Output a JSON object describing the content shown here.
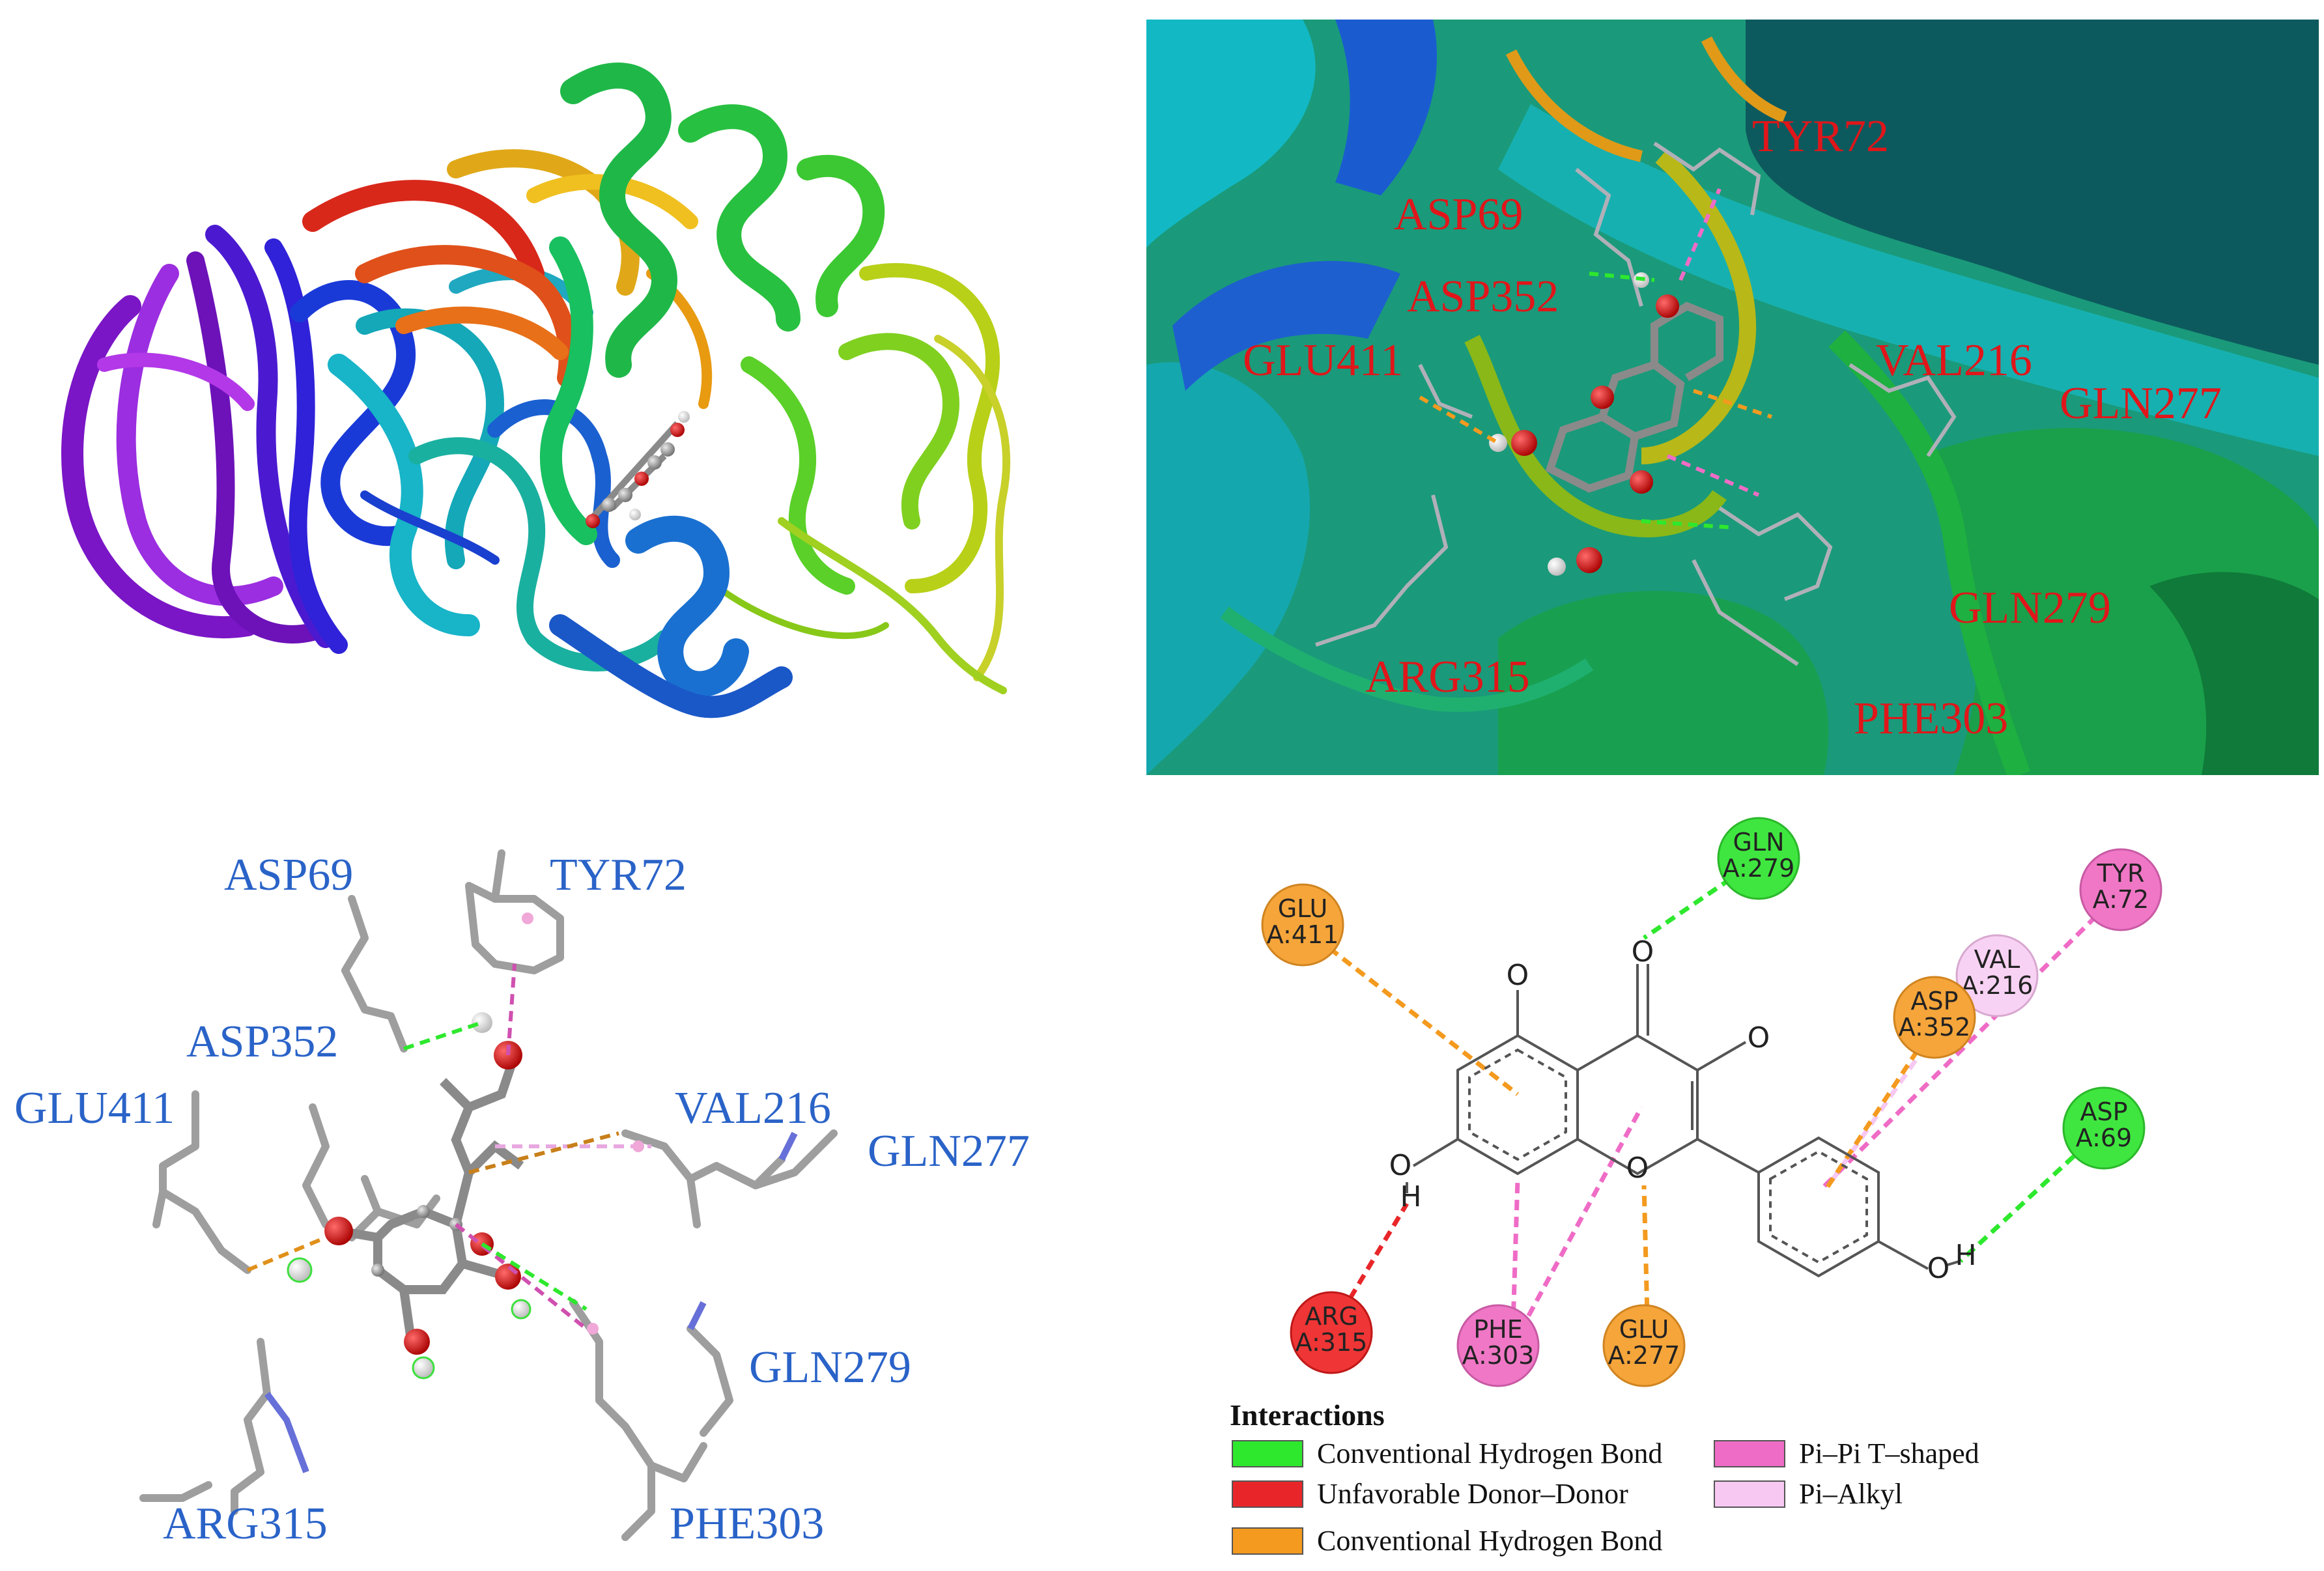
{
  "panel_b": {
    "residue_labels": [
      "TYR72",
      "ASP69",
      "ASP352",
      "GLU411",
      "VAL216",
      "GLN277",
      "GLN279",
      "ARG315",
      "PHE303"
    ],
    "label_color": "#e0161a"
  },
  "panel_c": {
    "residue_labels": [
      "ASP69",
      "TYR72",
      "ASP352",
      "GLU411",
      "VAL216",
      "GLN277",
      "GLN279",
      "ARG315",
      "PHE303"
    ],
    "label_color": "#2a63c8"
  },
  "panel_d": {
    "residues": [
      {
        "name": "GLN",
        "chain": "A:279",
        "type": "hbond"
      },
      {
        "name": "GLU",
        "chain": "A:411",
        "type": "carbon"
      },
      {
        "name": "TYR",
        "chain": "A:72",
        "type": "pipi"
      },
      {
        "name": "VAL",
        "chain": "A:216",
        "type": "pialkyl"
      },
      {
        "name": "ASP",
        "chain": "A:352",
        "type": "carbon"
      },
      {
        "name": "ASP",
        "chain": "A:69",
        "type": "hbond"
      },
      {
        "name": "ARG",
        "chain": "A:315",
        "type": "unfav"
      },
      {
        "name": "PHE",
        "chain": "A:303",
        "type": "pipi"
      },
      {
        "name": "GLU",
        "chain": "A:277",
        "type": "carbon"
      }
    ],
    "atoms": {
      "o": "O",
      "h": "H"
    },
    "colors": {
      "hbond": "#2ee82e",
      "unfav": "#e8262a",
      "carbon": "#f39a1f",
      "pipi": "#ef6cc6",
      "pialkyl": "#f6c8f2"
    },
    "legend": {
      "title": "Interactions",
      "items": [
        {
          "label": "Conventional Hydrogen Bond",
          "color": "#2ee82e"
        },
        {
          "label": "Unfavorable Donor–Donor",
          "color": "#e8262a"
        },
        {
          "label": "Conventional Hydrogen Bond",
          "color": "#f39a1f"
        },
        {
          "label": "Pi–Pi  T–shaped",
          "color": "#ef6cc6"
        },
        {
          "label": "Pi–Alkyl",
          "color": "#f6c8f2"
        }
      ]
    }
  }
}
